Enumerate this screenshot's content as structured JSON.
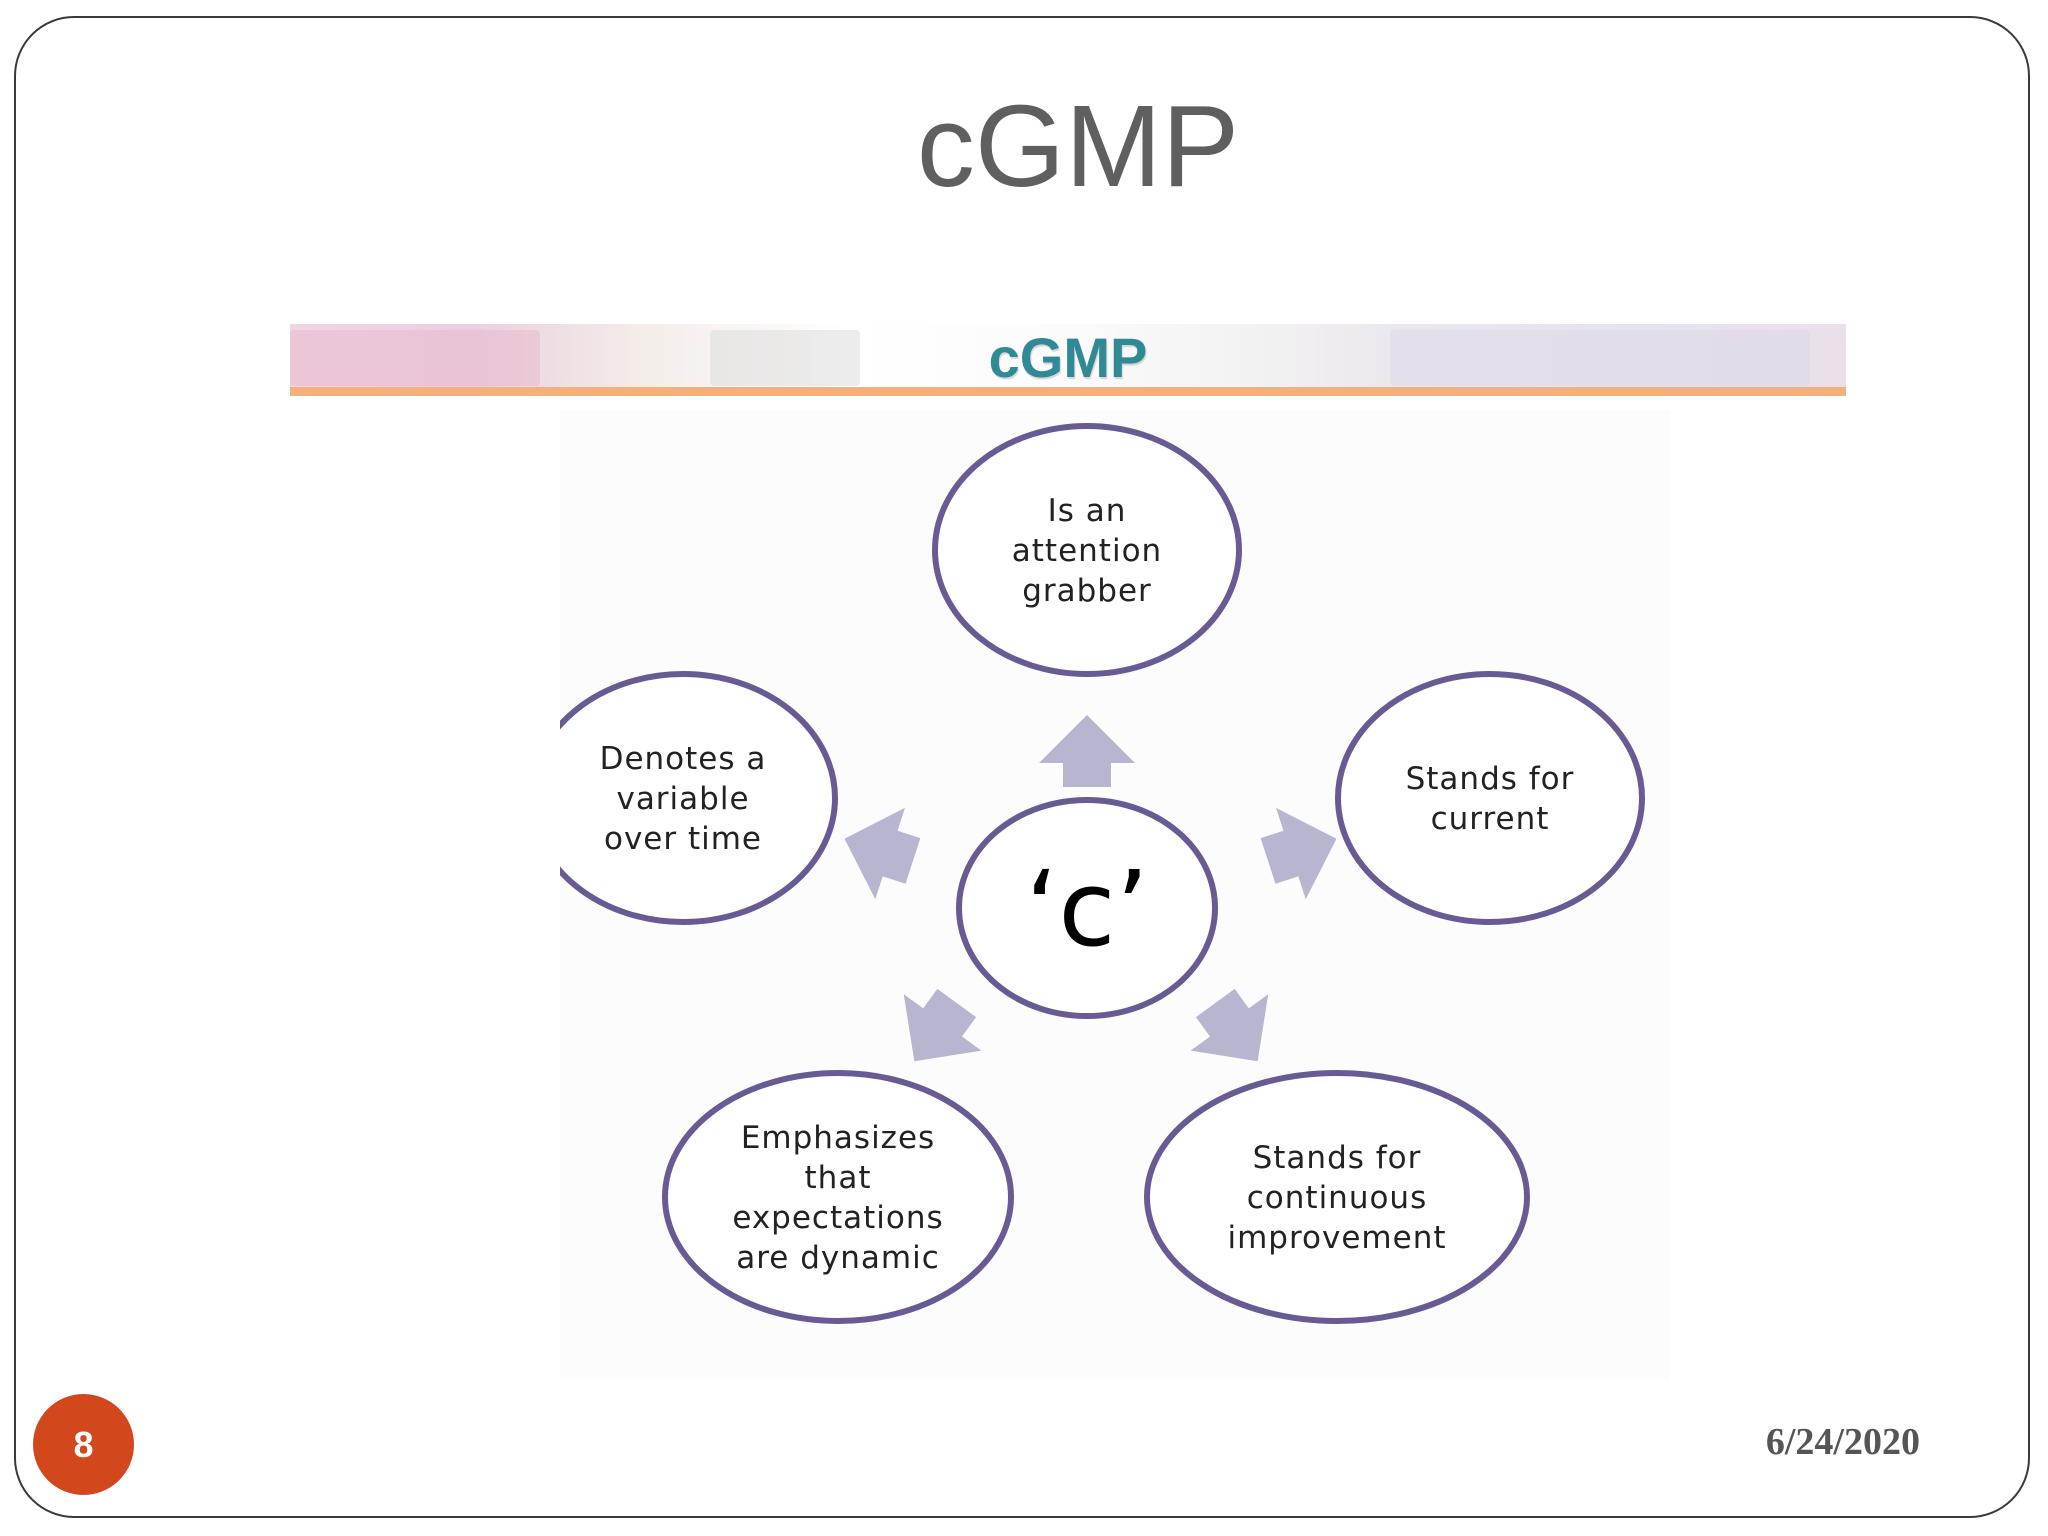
{
  "slide": {
    "title": "cGMP",
    "page_number": "8",
    "date": "6/24/2020"
  },
  "banner": {
    "title": "cGMP"
  },
  "diagram": {
    "center": "‘c’",
    "nodes": [
      {
        "id": "top",
        "lines": [
          "Is an",
          "attention",
          "grabber"
        ]
      },
      {
        "id": "right",
        "lines": [
          "Stands for",
          "current"
        ]
      },
      {
        "id": "bottom-right",
        "lines": [
          "Stands for",
          "continuous",
          "improvement"
        ]
      },
      {
        "id": "bottom-left",
        "lines": [
          "Emphasizes",
          "that",
          "expectations",
          "are dynamic"
        ]
      },
      {
        "id": "left",
        "lines": [
          "Denotes a",
          "variable",
          "over time"
        ]
      }
    ]
  },
  "colors": {
    "node_border": "#6a5a94",
    "arrow": "#b7b5cf",
    "badge": "#d3471c",
    "banner_text": "#2f8a96",
    "banner_underline": "#f3b07a",
    "title_text": "#5f5f5f"
  }
}
